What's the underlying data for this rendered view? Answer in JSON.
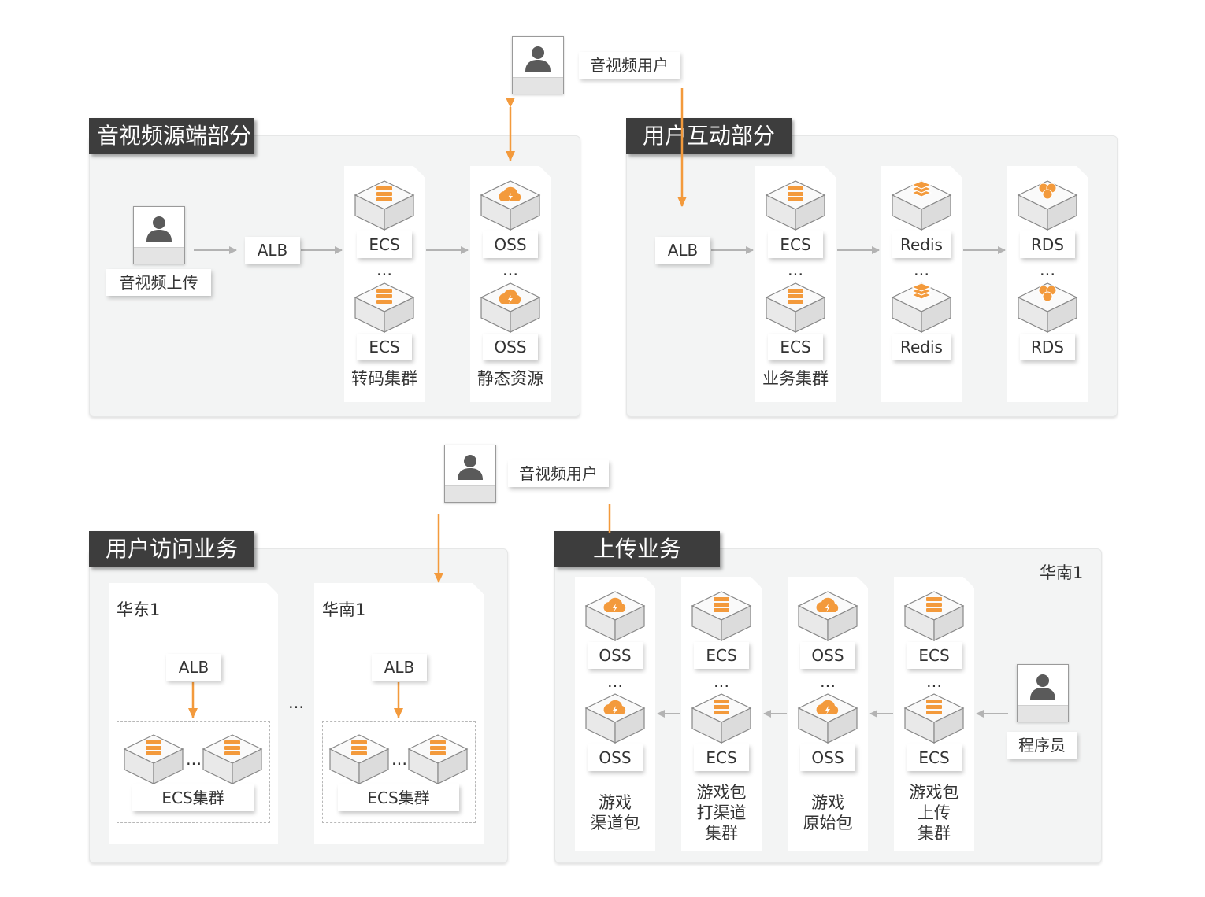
{
  "top_user_label": "音视频用户",
  "mid_user_label": "音视频用户",
  "source": {
    "title": "音视频源端部分",
    "uploader_label": "音视频上传",
    "alb": "ALB",
    "ecs_top": "ECS",
    "ecs_bottom": "ECS",
    "ecs_dots": "...",
    "transcode_cluster": "转码集群",
    "oss_top": "OSS",
    "oss_bottom": "OSS",
    "oss_dots": "...",
    "static_resource": "静态资源"
  },
  "interaction": {
    "title": "用户互动部分",
    "alb": "ALB",
    "ecs_top": "ECS",
    "ecs_bottom": "ECS",
    "ecs_dots": "...",
    "business_cluster": "业务集群",
    "redis_top": "Redis",
    "redis_bottom": "Redis",
    "redis_dots": "...",
    "rds_top": "RDS",
    "rds_bottom": "RDS",
    "rds_dots": "..."
  },
  "access": {
    "title": "用户访问业务",
    "east_region": "华东1",
    "south_region": "华南1",
    "between_dots": "...",
    "east_alb": "ALB",
    "south_alb": "ALB",
    "east_cluster": "ECS集群",
    "south_cluster": "ECS集群",
    "east_dots": "...",
    "south_dots": "..."
  },
  "upload": {
    "title": "上传业务",
    "region": "华南1",
    "programmer": "程序员",
    "c1_top": "OSS",
    "c1_bottom": "OSS",
    "c1_dots": "...",
    "c1_name_line1": "游戏",
    "c1_name_line2": "渠道包",
    "c2_top": "ECS",
    "c2_bottom": "ECS",
    "c2_dots": "...",
    "c2_name_line1": "游戏包",
    "c2_name_line2": "打渠道",
    "c2_name_line3": "集群",
    "c3_top": "OSS",
    "c3_bottom": "OSS",
    "c3_dots": "...",
    "c3_name_line1": "游戏",
    "c3_name_line2": "原始包",
    "c4_top": "ECS",
    "c4_bottom": "ECS",
    "c4_dots": "...",
    "c4_name_line1": "游戏包",
    "c4_name_line2": "上传",
    "c4_name_line3": "集群"
  },
  "colors": {
    "accent": "#f39a3c",
    "tab_bg": "#3d3d3d",
    "region_bg": "#f3f4f4",
    "gray_arrow": "#b3b3b3"
  },
  "icons": {
    "ecs": "ecs-server-icon",
    "oss": "oss-cloud-icon",
    "redis": "redis-layers-icon",
    "rds": "rds-database-icon",
    "user": "user-icon"
  }
}
